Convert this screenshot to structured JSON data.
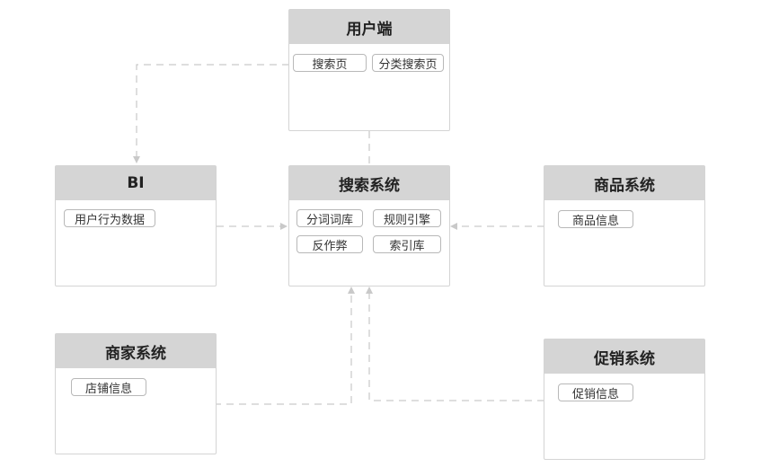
{
  "diagram": {
    "nodes": {
      "user_client": {
        "title": "用户端",
        "tags": [
          "搜索页",
          "分类搜索页"
        ]
      },
      "bi": {
        "title": "BI",
        "tags": [
          "用户行为数据"
        ]
      },
      "search": {
        "title": "搜索系统",
        "tags": [
          "分词词库",
          "规则引擎",
          "反作弊",
          "索引库"
        ]
      },
      "product": {
        "title": "商品系统",
        "tags": [
          "商品信息"
        ]
      },
      "merchant": {
        "title": "商家系统",
        "tags": [
          "店铺信息"
        ]
      },
      "promotion": {
        "title": "促销系统",
        "tags": [
          "促销信息"
        ]
      }
    },
    "edges": [
      {
        "from": "user_client",
        "to": "bi"
      },
      {
        "from": "user_client",
        "to": "search"
      },
      {
        "from": "bi",
        "to": "search"
      },
      {
        "from": "product",
        "to": "search"
      },
      {
        "from": "merchant",
        "to": "search"
      },
      {
        "from": "promotion",
        "to": "search"
      }
    ],
    "colors": {
      "header": "#d5d5d5",
      "border": "#d4d4d4",
      "connector": "#c9c9c9"
    }
  }
}
